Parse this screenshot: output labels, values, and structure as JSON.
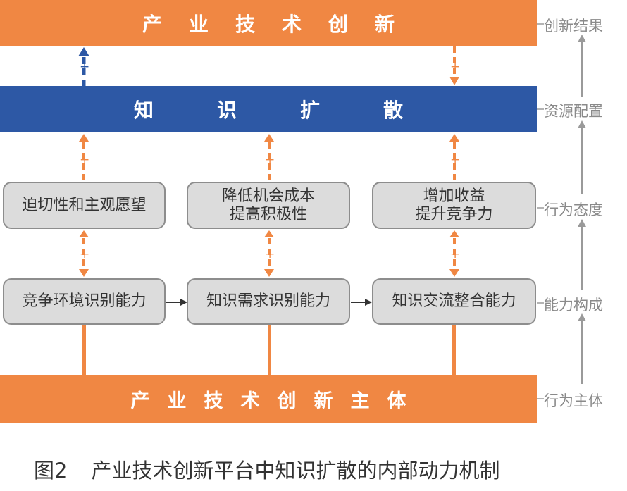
{
  "bands": {
    "top": "产业技术创新",
    "middle": "知识扩散",
    "bottom": "产业技术创新主体"
  },
  "boxes": {
    "attitude": [
      {
        "lines": [
          "迫切性和主观愿望"
        ]
      },
      {
        "lines": [
          "降低机会成本",
          "提高积极性"
        ]
      },
      {
        "lines": [
          "增加收益",
          "提升竞争力"
        ]
      }
    ],
    "ability": [
      {
        "lines": [
          "竞争环境识别能力"
        ]
      },
      {
        "lines": [
          "知识需求识别能力"
        ]
      },
      {
        "lines": [
          "知识交流整合能力"
        ]
      }
    ]
  },
  "side_labels": [
    "创新结果",
    "资源配置",
    "行为态度",
    "能力构成",
    "行为主体"
  ],
  "plus_sign": "+",
  "caption": {
    "figure": "图2",
    "title": "产业技术创新平台中知识扩散的内部动力机制"
  },
  "colors": {
    "orange": "#f08743",
    "blue": "#2d58a5",
    "box_fill": "#dcdcdc",
    "box_border": "#8d8d8d",
    "side_arrow": "#9a9a9a"
  }
}
